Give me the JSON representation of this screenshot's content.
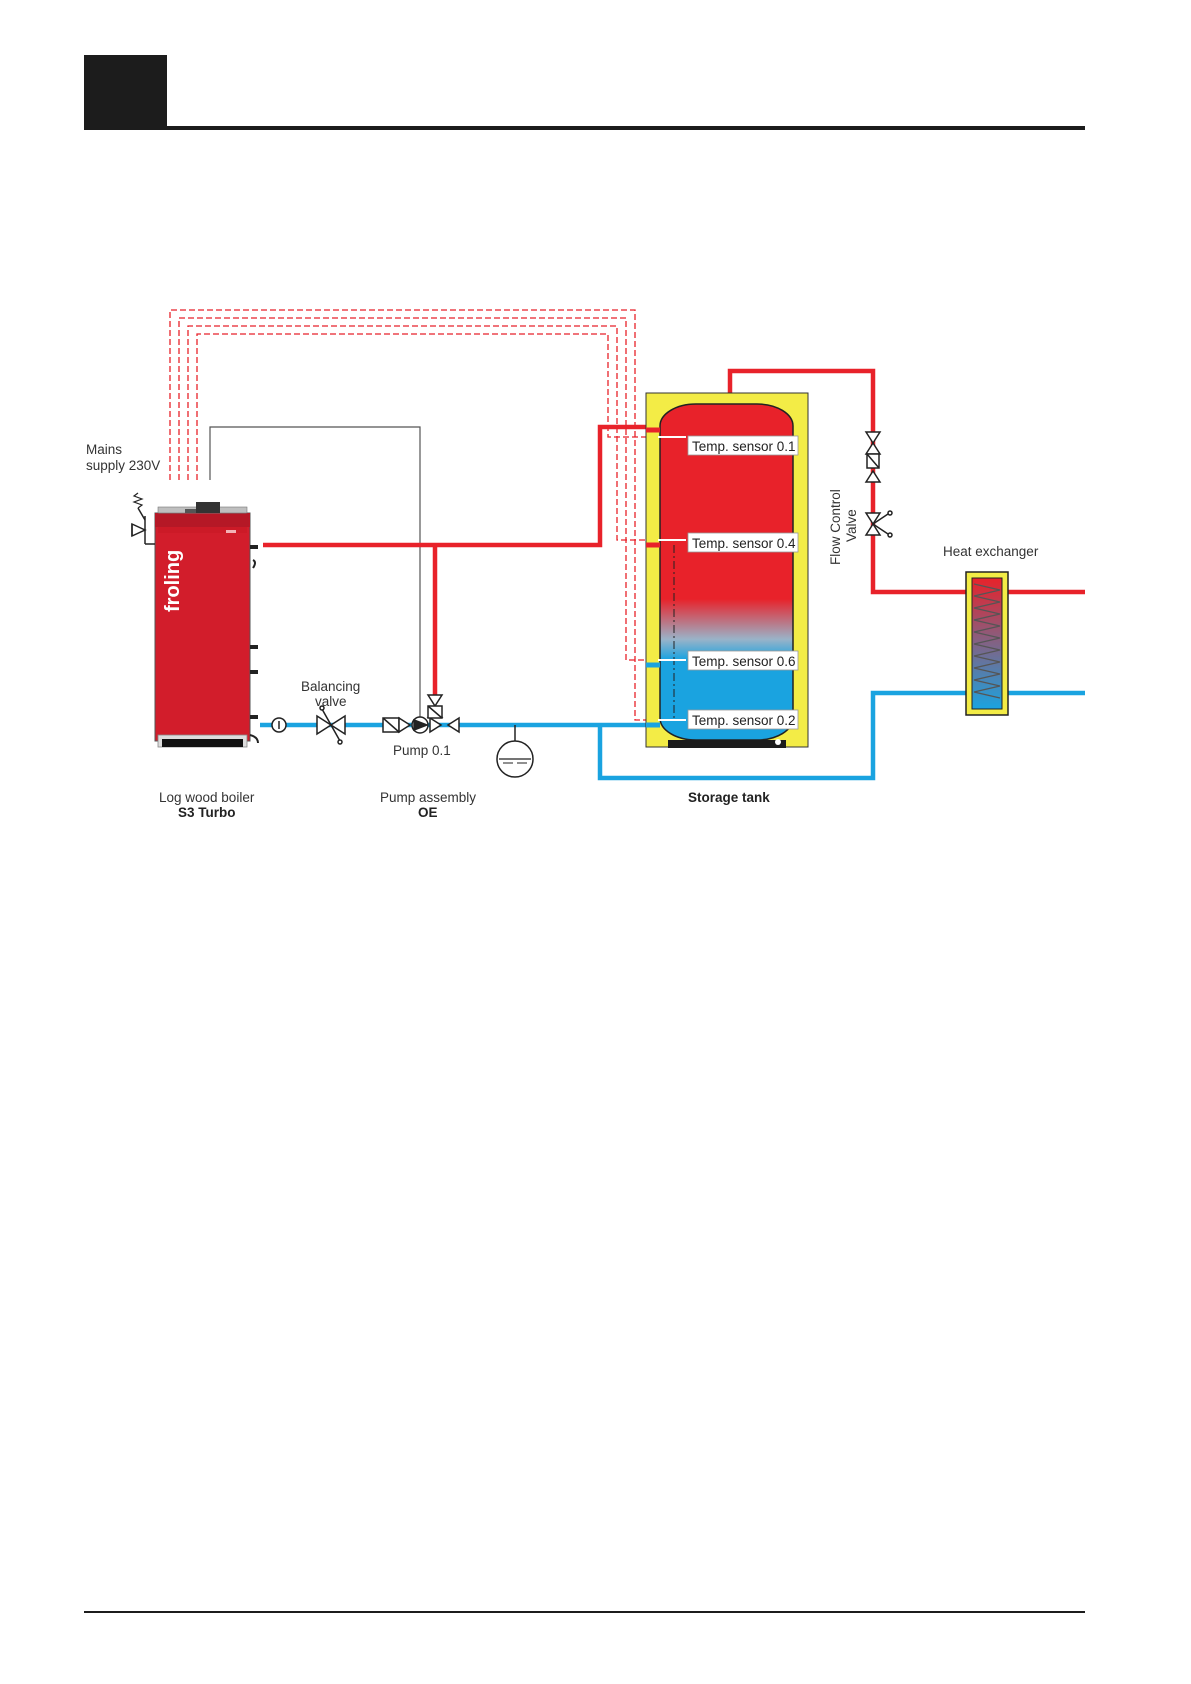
{
  "labels": {
    "mains": "Mains",
    "mains_supply": "supply 230V",
    "balancing_1": "Balancing",
    "balancing_2": "valve",
    "pump": "Pump 0.1",
    "boiler_1": "Log wood boiler",
    "boiler_2": "S3 Turbo",
    "pump_assembly_1": "Pump assembly",
    "pump_assembly_2": "OE",
    "storage_tank": "Storage tank",
    "flow_control_1": "Flow Control",
    "flow_control_2": "Valve",
    "heat_exchanger": "Heat exchanger",
    "brand": "froling"
  },
  "sensors": [
    {
      "label": "Temp. sensor 0.1"
    },
    {
      "label": "Temp. sensor 0.4"
    },
    {
      "label": "Temp. sensor 0.6"
    },
    {
      "label": "Temp. sensor 0.2"
    }
  ],
  "colors": {
    "hot": "#e8222a",
    "cold": "#1aa3e0",
    "tank_jacket": "#f3ec46",
    "boiler": "#d21d2b",
    "signal": "#e8222a",
    "dark": "#1c1c1c"
  }
}
